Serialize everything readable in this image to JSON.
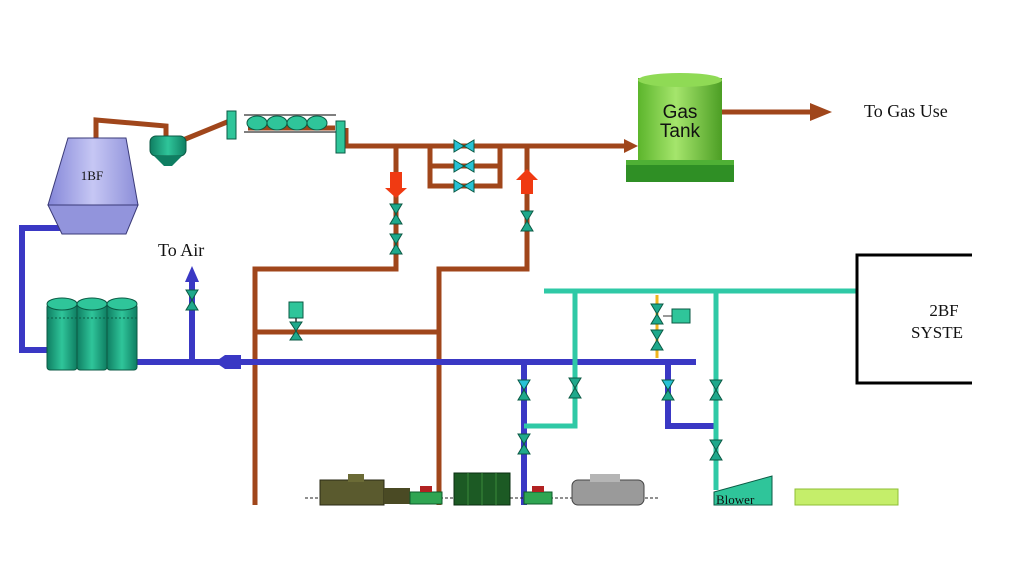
{
  "labels": {
    "blast_furnace_1": "1BF",
    "gas_tank_line1": "Gas",
    "gas_tank_line2": "Tank",
    "to_gas_use": "To Gas Use",
    "to_air": "To Air",
    "system2_line1": "2BF",
    "system2_line2": "SYSTE",
    "blower": "Blower"
  },
  "colors": {
    "gas_pipe": "#a0461b",
    "blue_pipe": "#3a38c4",
    "teal_pipe": "#2fc9a6",
    "valve": "#1fa98c",
    "valve_tip": "#27c2d6",
    "furnace": "#a7a8e8",
    "tank": "#7fd34a",
    "arrow_red": "#f03a12"
  },
  "icons": [
    "blast-furnace-icon",
    "dust-catcher-icon",
    "scrubber-icon",
    "gas-tank-icon",
    "valve-icon",
    "flow-arrow-icon",
    "blower-icon",
    "compressor-icon"
  ]
}
